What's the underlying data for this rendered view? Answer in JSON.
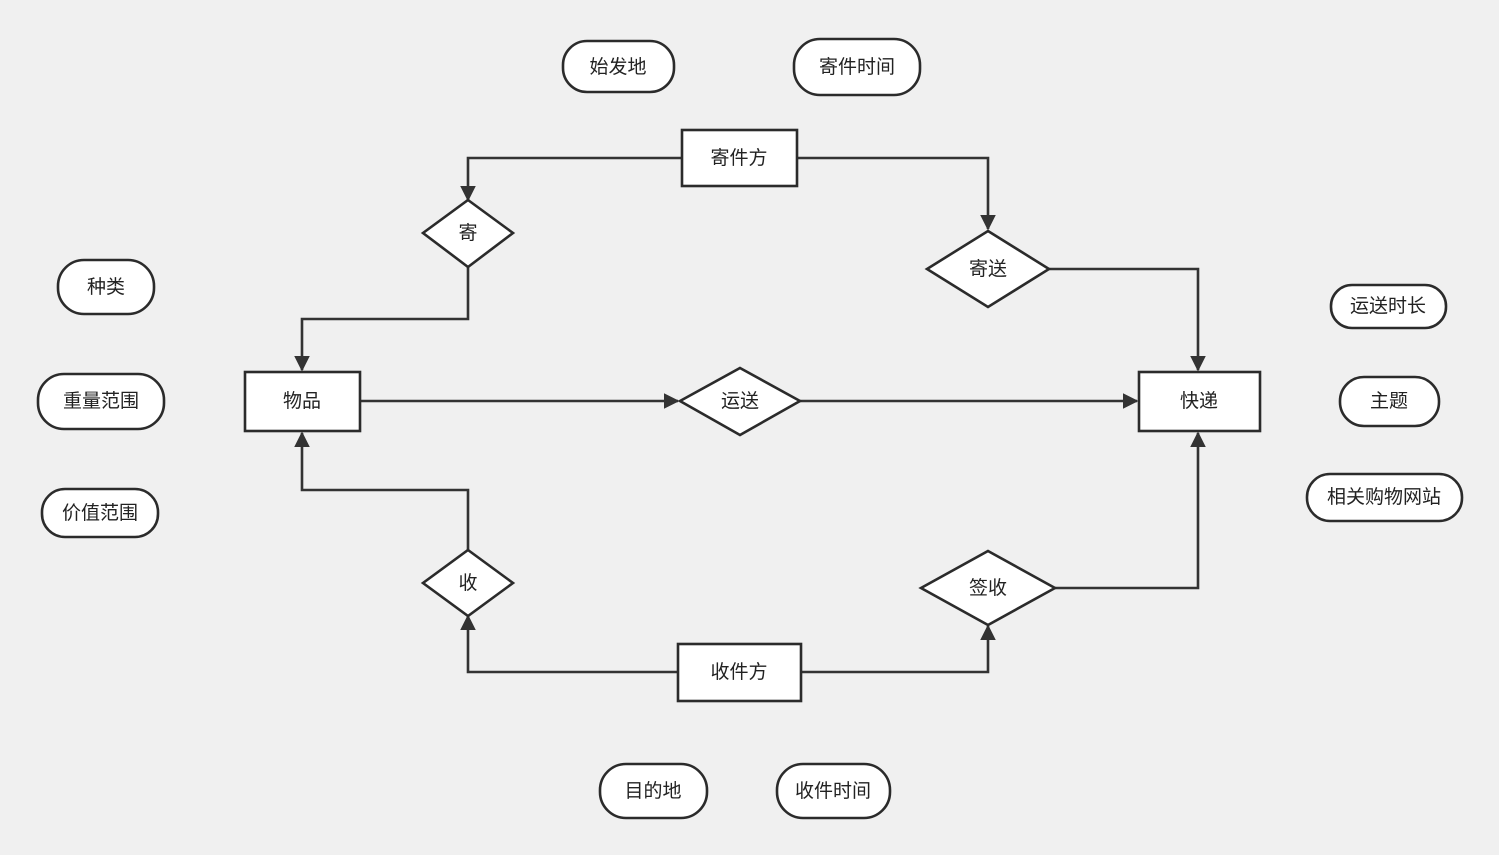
{
  "colors": {
    "background": "#f0f0f0",
    "node_fill": "#ffffff",
    "stroke": "#2b2b2b"
  },
  "entities": {
    "sender": "寄件方",
    "item": "物品",
    "express": "快递",
    "receiver": "收件方"
  },
  "relationships": {
    "send": "寄",
    "deliver_send": "寄送",
    "transport": "运送",
    "receive": "收",
    "sign": "签收"
  },
  "attributes": {
    "origin": "始发地",
    "send_time": "寄件时间",
    "category": "种类",
    "weight_range": "重量范围",
    "value_range": "价值范围",
    "transit_duration": "运送时长",
    "subject": "主题",
    "shopping_site": "相关购物网站",
    "destination": "目的地",
    "receive_time": "收件时间"
  }
}
